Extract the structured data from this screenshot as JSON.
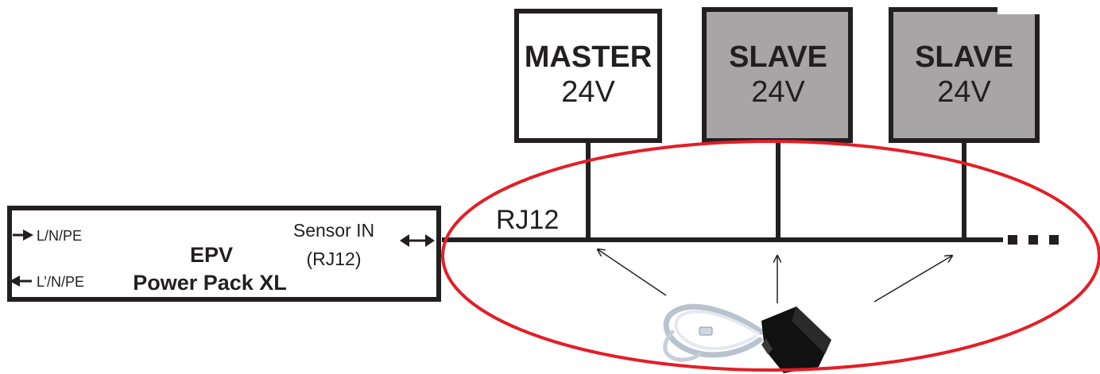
{
  "power_pack": {
    "brand": "EPV",
    "model": "Power Pack XL",
    "input_label": "L/N/PE",
    "output_label": "L’/N/PE",
    "sensor_label": "Sensor IN",
    "sensor_port": "(RJ12)"
  },
  "bus": {
    "label": "RJ12",
    "continuation": "..."
  },
  "devices": [
    {
      "role": "MASTER",
      "voltage": "24V",
      "fill": "#ffffff"
    },
    {
      "role": "SLAVE",
      "voltage": "24V",
      "fill": "#a7a5a5"
    },
    {
      "role": "SLAVE",
      "voltage": "24V",
      "fill": "#a7a5a5"
    }
  ],
  "colors": {
    "line": "#231f20",
    "highlight_ellipse": "#e41e26",
    "master_fill": "#ffffff",
    "slave_fill": "#a7a5a5"
  },
  "icons": {
    "cable": "rj12-cable-icon"
  }
}
